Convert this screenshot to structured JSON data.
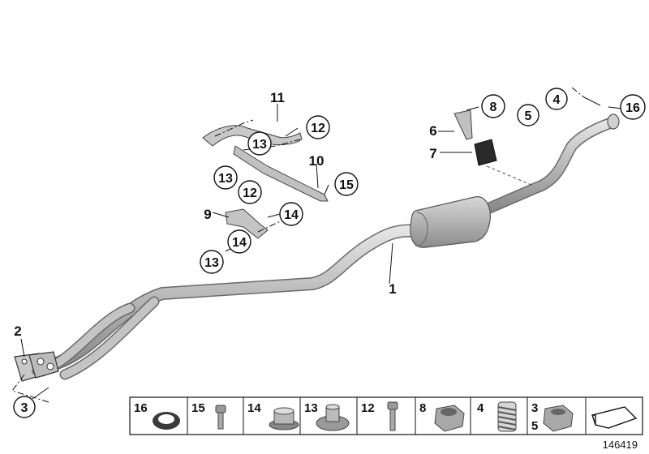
{
  "diagram_id": "146419",
  "labels": {
    "l1": "1",
    "l2": "2",
    "l3": "3",
    "l4": "4",
    "l5": "5",
    "l6": "6",
    "l7": "7",
    "l8": "8",
    "l9": "9",
    "l10": "10",
    "l11": "11",
    "l12a": "12",
    "l12b": "12",
    "l13a": "13",
    "l13b": "13",
    "l13c": "13",
    "l14a": "14",
    "l14b": "14",
    "l15": "15",
    "l16": "16"
  },
  "legend": [
    {
      "num": "16",
      "part": "sealing-ring"
    },
    {
      "num": "15",
      "part": "hex-bolt"
    },
    {
      "num": "14",
      "part": "rubber-mount"
    },
    {
      "num": "13",
      "part": "collar-nut"
    },
    {
      "num": "12",
      "part": "screw"
    },
    {
      "num": "8",
      "part": "hex-nut"
    },
    {
      "num": "4",
      "part": "spring"
    },
    {
      "num": "3",
      "num2": "5",
      "part": "self-locking-nut"
    }
  ]
}
